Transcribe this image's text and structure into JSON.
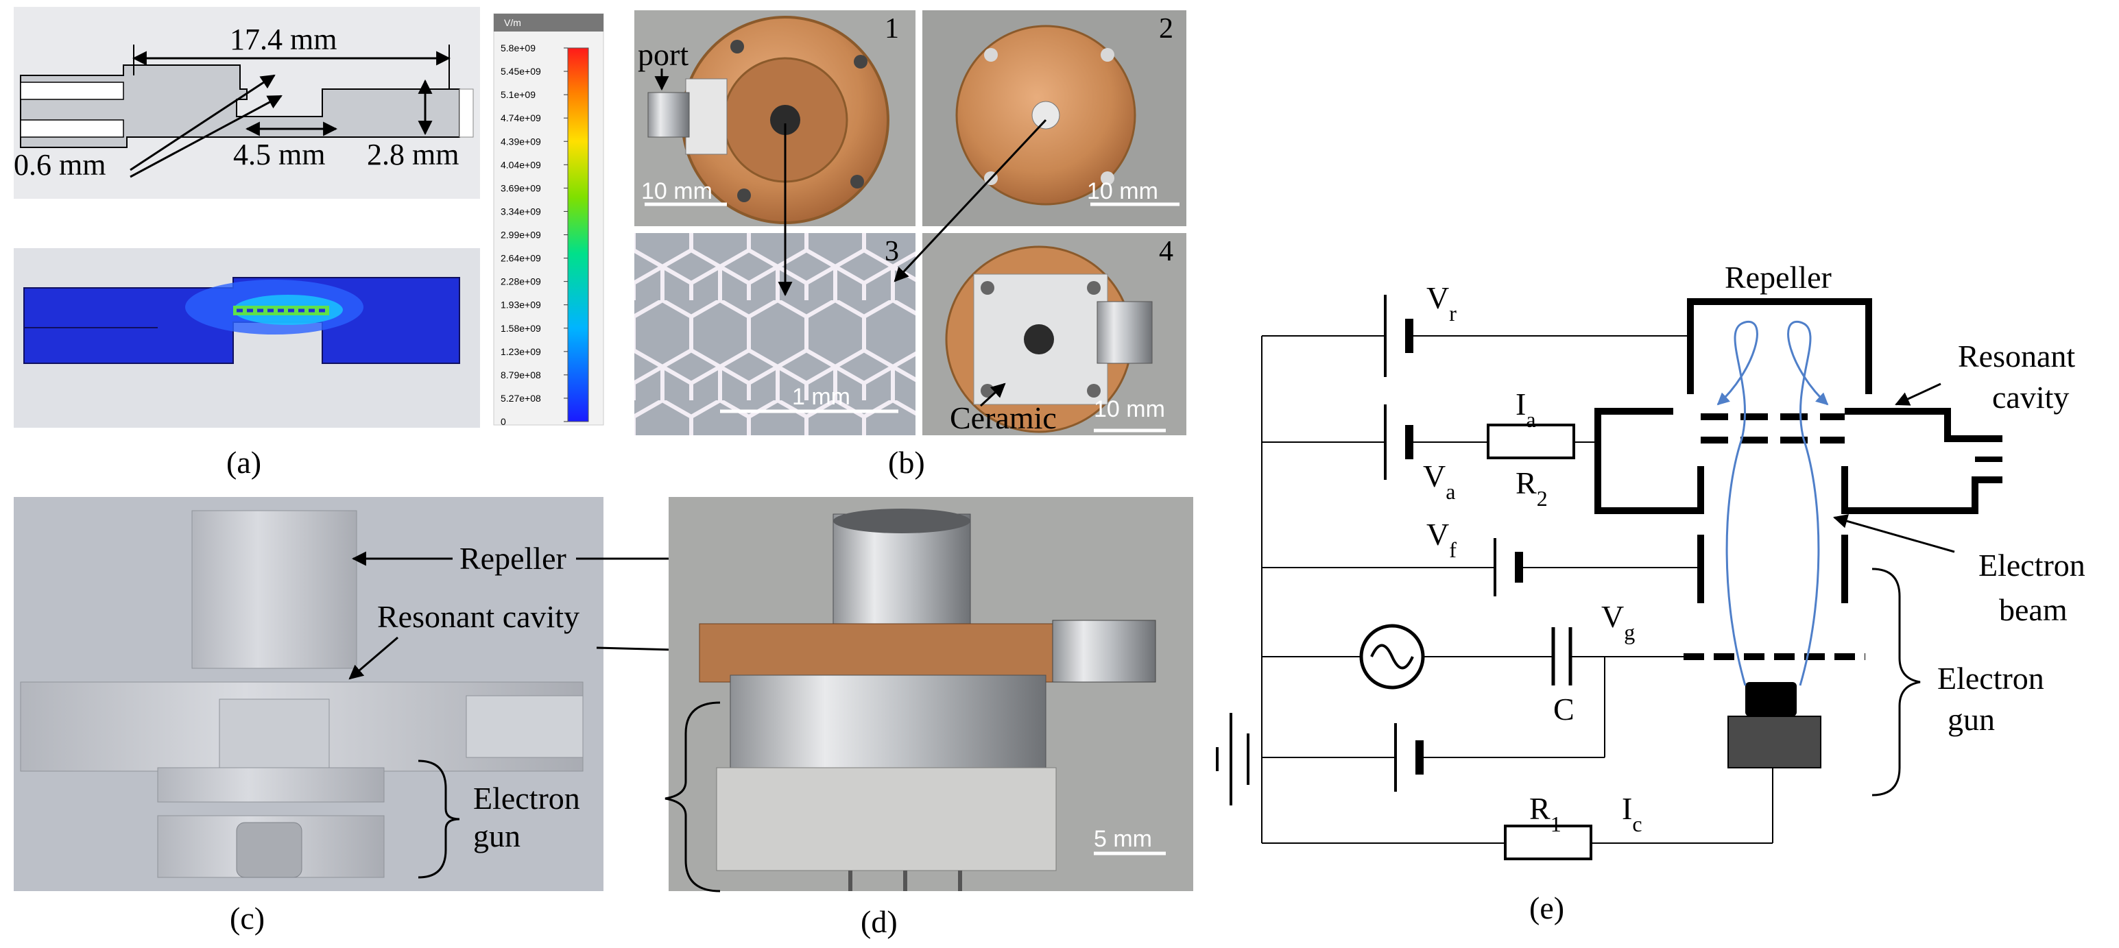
{
  "panel_labels": [
    "(a)",
    "(b)",
    "(c)",
    "(d)",
    "(e)"
  ],
  "panel_a": {
    "dims": {
      "width": "17.4 mm",
      "gap": "0.6 mm",
      "hole": "4.5 mm",
      "height": "2.8 mm"
    },
    "colorbar_unit": "V/m",
    "colorbar_ticks": [
      "5.8e+09",
      "5.45e+09",
      "5.1e+09",
      "4.74e+09",
      "4.39e+09",
      "4.04e+09",
      "3.69e+09",
      "3.34e+09",
      "2.99e+09",
      "2.64e+09",
      "2.28e+09",
      "1.93e+09",
      "1.58e+09",
      "1.23e+09",
      "8.79e+08",
      "5.27e+08",
      "0"
    ]
  },
  "panel_b": {
    "numbers": [
      "1",
      "2",
      "3",
      "4"
    ],
    "port": "port",
    "ceramic": "Ceramic",
    "scales": [
      "10 mm",
      "10 mm",
      "1 mm",
      "10 mm"
    ]
  },
  "panel_c": {
    "repeller": "Repeller",
    "cavity": "Resonant cavity",
    "gun_1": "Electron",
    "gun_2": "gun"
  },
  "panel_d": {
    "scale": "5 mm"
  },
  "panel_e": {
    "vr": "V",
    "vr_sub": "r",
    "va": "V",
    "va_sub": "a",
    "ia": "I",
    "ia_sub": "a",
    "r2": "R",
    "r2_sub": "2",
    "vf": "V",
    "vf_sub": "f",
    "vg": "V",
    "vg_sub": "g",
    "c": "C",
    "r1": "R",
    "r1_sub": "1",
    "ic": "I",
    "ic_sub": "c",
    "repeller": "Repeller",
    "cavity_1": "Resonant",
    "cavity_2": "cavity",
    "beam_1": "Electron",
    "beam_2": "beam",
    "gun_1": "Electron",
    "gun_2": "gun"
  },
  "colors": {
    "copper": "#c98752",
    "field_blue": "#1f2fd8",
    "photo_bg": "#a9aaa8",
    "model_gray": "#b8bcc4",
    "beam": "#4f7fc9"
  }
}
